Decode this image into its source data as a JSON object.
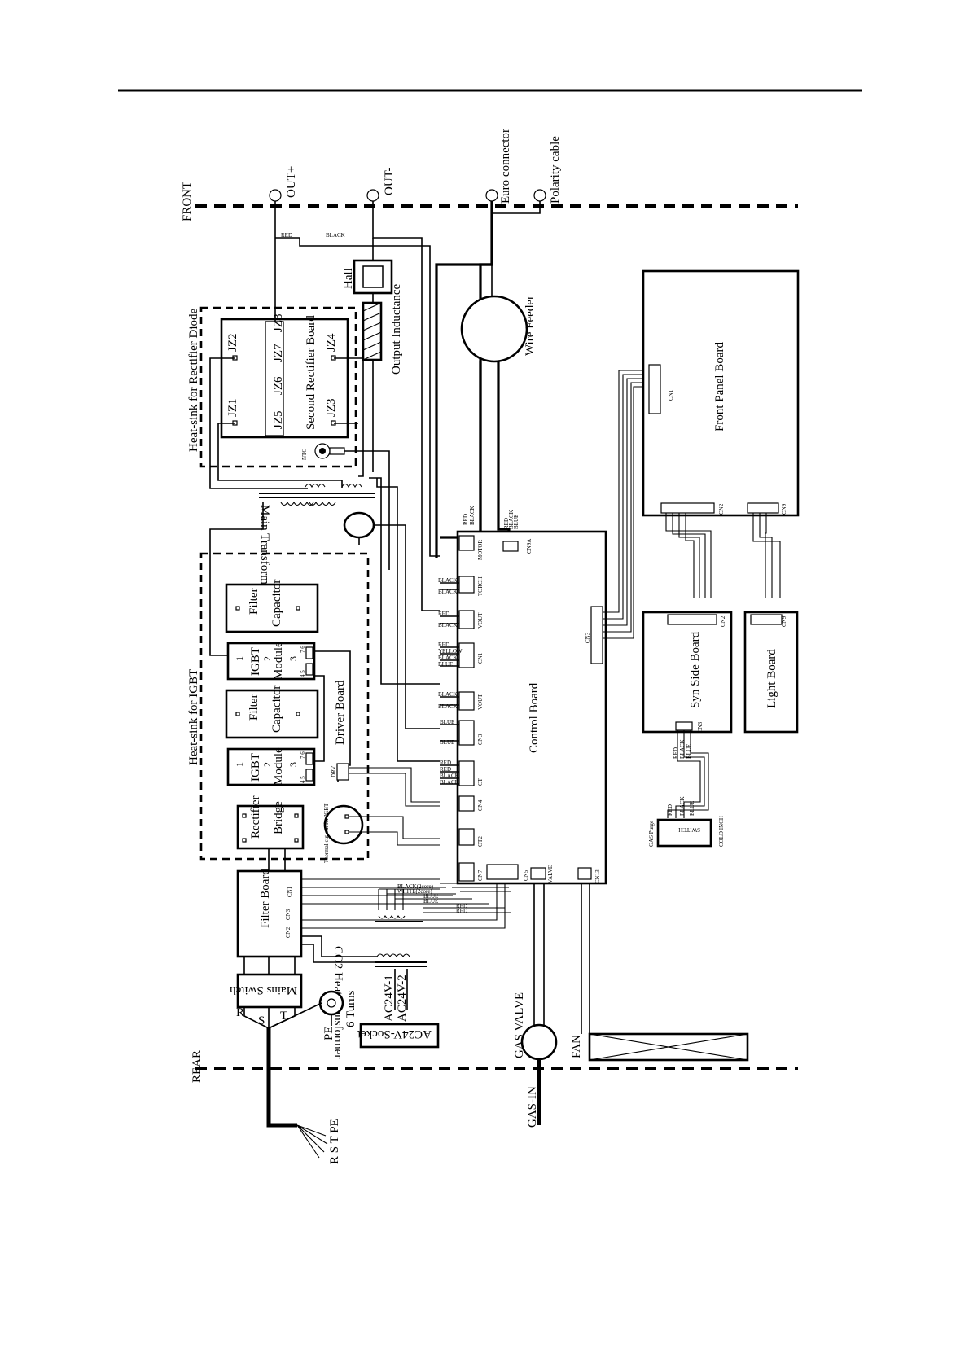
{
  "labels": {
    "front": "FRONT",
    "rear": "REAR",
    "out_plus": "OUT+",
    "out_minus": "OUT-",
    "euro_connector": "Euro connector",
    "polarity_cable": "Polarity cable",
    "hall": "Hall",
    "output_inductance": "Output Inductance",
    "wire_feeder": "Wire Feeder",
    "heatsink_diode": "Heat-sink for Rectifier Diode",
    "second_rectifier_board": "Second Rectifier  Board",
    "jz1": "JZ1",
    "jz2": "JZ2",
    "jz3": "JZ3",
    "jz4": "JZ4",
    "jz5": "JZ5",
    "jz6": "JZ6",
    "jz7": "JZ7",
    "jz8": "JZ8",
    "ntc": "NTC",
    "main_transformer": "Main Transformer",
    "heatsink_igbt": "Heat-sink for IGBT",
    "filter": "Filter",
    "capacitor": "Capacitor",
    "igbt": "IGBT",
    "module": "Module",
    "driver_board": "Driver Board",
    "rectifier": "Rectifier",
    "bridge": "Bridge",
    "thermal_cutout": "Thermal cut-out for IGBT",
    "drv": "DRV",
    "filter_board": "Filter  Board",
    "mains_switch": "Mains Switch",
    "co2_heat_transformer": "CO2 Heat Transformer",
    "ac24v1": "AC24V-1",
    "ac24v2": "AC24V-2",
    "ac24v_socket": "AC24V-Socket",
    "six_turns": "6 Turns",
    "pe": "PE",
    "r": "R",
    "s": "S",
    "t": "T",
    "rstpe": "R  S  T  PE",
    "gas_valve": "GAS VALVE",
    "gas_in": "GAS-IN",
    "fan": "FAN",
    "control_board": "Control Board",
    "front_panel_board": "Front Panel  Board",
    "syn_side_board": "Syn Side Board",
    "light_board": "Light Board",
    "gas_purge": "GAS Purge",
    "cold_inch": "COLD INCH",
    "switch": "SWITCH",
    "cn1": "CN1",
    "cn2": "CN2",
    "cn3": "CN3",
    "cn4": "CN4",
    "cn5": "CN5",
    "cn7": "CN7",
    "cn9": "CN9",
    "cn9a": "CN9A",
    "cn13": "CN13",
    "motor": "MOTOR",
    "torch": "TORCH",
    "vout": "VOUT",
    "ct": "CT",
    "ot2": "OT2",
    "valve": "VALVE"
  },
  "wire_colors": {
    "red": "RED",
    "black": "BLACK",
    "yellow": "YELLOW",
    "blue": "BLUE",
    "black_2core": "BLACK(2core)",
    "white_2core": "WHITE(2core)"
  },
  "igbt_pins": {
    "p1": "1",
    "p2": "2",
    "p3": "3",
    "p45": "4 5",
    "p76": "7 6"
  }
}
